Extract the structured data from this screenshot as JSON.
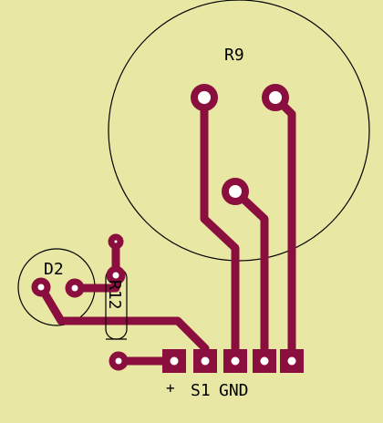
{
  "colors": {
    "board": "#e8e8a4",
    "copper": "#8b0f3e",
    "outline": "#000000",
    "pad_hole": "#ffffff"
  },
  "labels": {
    "r9": "R9",
    "d2": "D2",
    "r12": "R12",
    "plus": "+",
    "s1": "S1",
    "gnd": "GND"
  }
}
